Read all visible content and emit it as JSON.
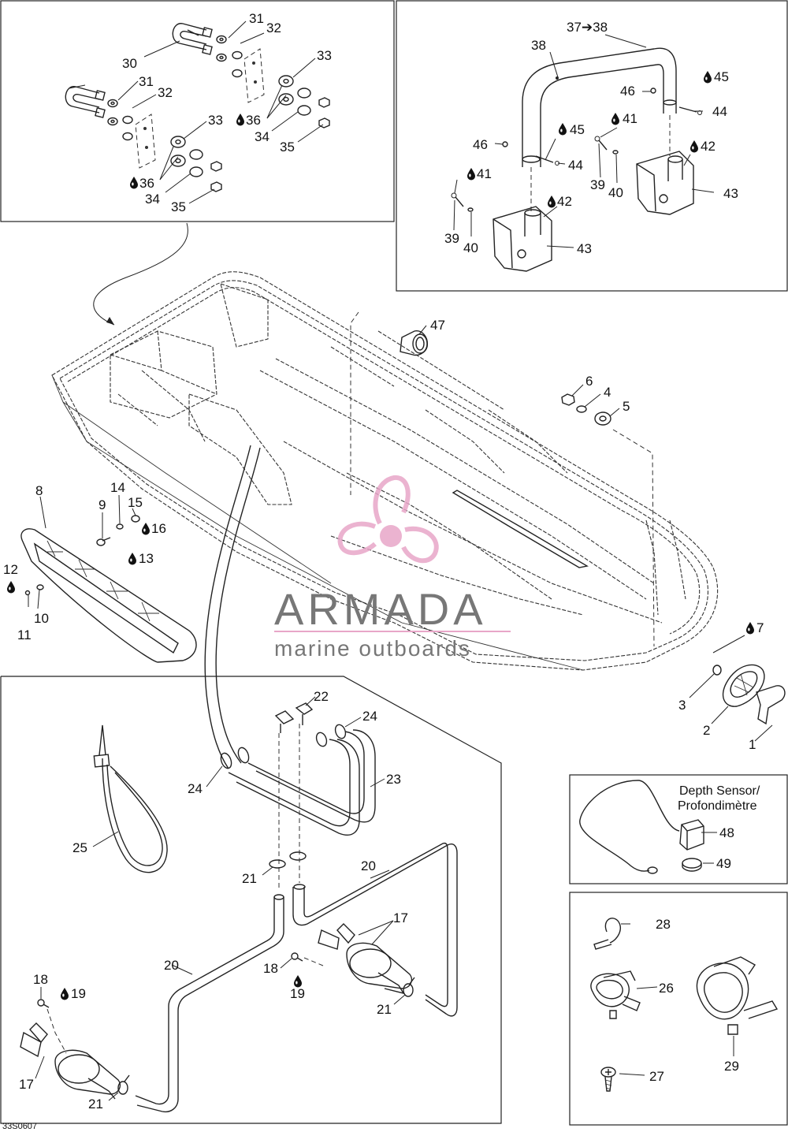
{
  "diagram": {
    "drawing_code": "33S0607",
    "watermark": {
      "brand": "ARMADA",
      "tagline": "marine outboards",
      "brand_color": "#777777",
      "accent_color": "#e8a6c8"
    },
    "inset_label": {
      "line1": "Depth Sensor/",
      "line2": "Profondimètre"
    },
    "callouts": {
      "c1": "1",
      "c2": "2",
      "c3": "3",
      "c4": "4",
      "c5": "5",
      "c6": "6",
      "c7": "7",
      "c8": "8",
      "c9": "9",
      "c10": "10",
      "c11": "11",
      "c12": "12",
      "c13": "13",
      "c14": "14",
      "c15": "15",
      "c16": "16",
      "c17a": "17",
      "c17b": "17",
      "c18a": "18",
      "c18b": "18",
      "c19a": "19",
      "c19b": "19",
      "c20a": "20",
      "c20b": "20",
      "c21a": "21",
      "c21b": "21",
      "c21c": "21",
      "c22": "22",
      "c23": "23",
      "c24a": "24",
      "c24b": "24",
      "c25": "25",
      "c26": "26",
      "c27": "27",
      "c28": "28",
      "c29": "29",
      "c30": "30",
      "c31a": "31",
      "c31b": "31",
      "c32a": "32",
      "c32b": "32",
      "c33a": "33",
      "c33b": "33",
      "c34a": "34",
      "c34b": "34",
      "c35a": "35",
      "c35b": "35",
      "c36a": "36",
      "c36b": "36",
      "c37": "37➔38",
      "c38": "38",
      "c39a": "39",
      "c39b": "39",
      "c40a": "40",
      "c40b": "40",
      "c41a": "41",
      "c41b": "41",
      "c42a": "42",
      "c42b": "42",
      "c43a": "43",
      "c43b": "43",
      "c44a": "44",
      "c44b": "44",
      "c45a": "45",
      "c45b": "45",
      "c46a": "46",
      "c46b": "46",
      "c47": "47",
      "c48": "48",
      "c49": "49"
    },
    "icons": [
      "sealant-drop-icon"
    ]
  }
}
